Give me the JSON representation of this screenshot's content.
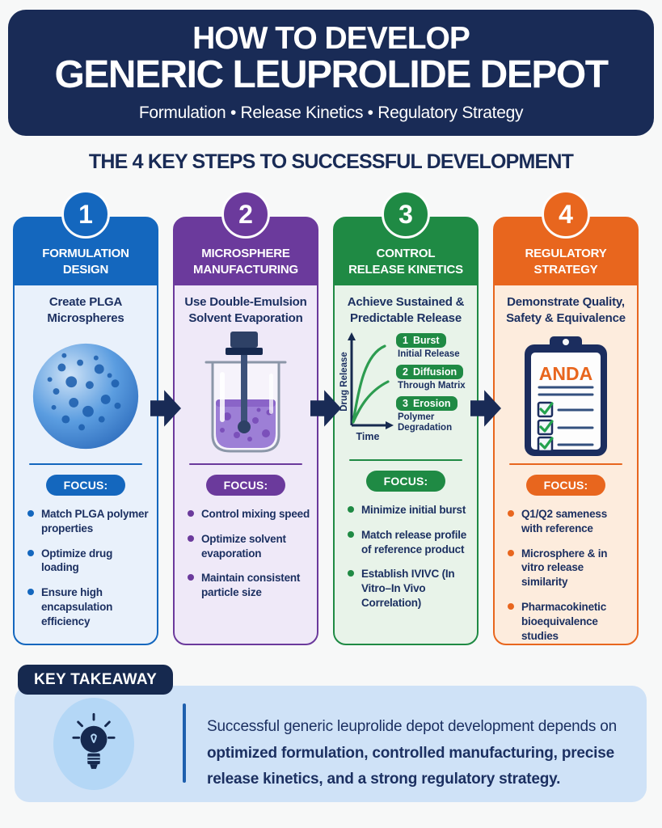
{
  "header": {
    "title_line1": "HOW TO DEVELOP",
    "title_line2": "GENERIC LEUPROLIDE DEPOT",
    "subtitle": "Formulation • Release Kinetics • Regulatory Strategy"
  },
  "section_title": "THE 4 KEY STEPS TO SUCCESSFUL DEVELOPMENT",
  "steps": [
    {
      "number": "1",
      "title_line1": "FORMULATION",
      "title_line2": "DESIGN",
      "caption_line1": "Create PLGA",
      "caption_line2": "Microspheres",
      "focus_label": "FOCUS:",
      "bullets": [
        "Match PLGA polymer properties",
        "Optimize drug loading",
        "Ensure high encapsulation efficiency"
      ],
      "color": "#1467be"
    },
    {
      "number": "2",
      "title_line1": "MICROSPHERE",
      "title_line2": "MANUFACTURING",
      "caption_line1": "Use Double-Emulsion",
      "caption_line2": "Solvent Evaporation",
      "focus_label": "FOCUS:",
      "bullets": [
        "Control mixing speed",
        "Optimize solvent evaporation",
        "Maintain consistent particle size"
      ],
      "color": "#6b3a9c"
    },
    {
      "number": "3",
      "title_line1": "CONTROL",
      "title_line2": "RELEASE KINETICS",
      "caption_line1": "Achieve Sustained &",
      "caption_line2": "Predictable Release",
      "focus_label": "FOCUS:",
      "bullets": [
        "Minimize initial burst",
        "Match release profile of reference product",
        "Establish IVIVC (In Vitro–In Vivo Correlation)"
      ],
      "chart": {
        "type": "line",
        "ylabel": "Drug Release",
        "xlabel": "Time",
        "phases": [
          {
            "num": "1",
            "label": "Burst",
            "sub": "Initial Release"
          },
          {
            "num": "2",
            "label": "Diffusion",
            "sub": "Through Matrix"
          },
          {
            "num": "3",
            "label": "Erosion",
            "sub": "Polymer Degradation"
          }
        ]
      },
      "color": "#1f8a44"
    },
    {
      "number": "4",
      "title_line1": "REGULATORY",
      "title_line2": "STRATEGY",
      "caption_line1": "Demonstrate Quality,",
      "caption_line2": "Safety & Equivalence",
      "focus_label": "FOCUS:",
      "bullets": [
        "Q1/Q2 sameness with reference",
        "Microsphere & in vitro release similarity",
        "Pharmacokinetic bioequivalence studies"
      ],
      "clipboard_label": "ANDA",
      "color": "#e8661e"
    }
  ],
  "takeaway": {
    "tab": "KEY TAKEAWAY",
    "text_regular": "Successful generic leuprolide depot development depends on ",
    "text_bold": "optimized formulation, controlled manufacturing, precise release kinetics, and a strong regulatory strategy."
  },
  "colors": {
    "navy": "#192b56",
    "text_navy": "#1c3061",
    "step1_blue": "#1467be",
    "step2_purple": "#6b3a9c",
    "step3_green": "#1f8a44",
    "step4_orange": "#e8661e",
    "curve_green": "#2d9c50",
    "check_green": "#23a24d",
    "takeaway_panel": "#cfe2f7",
    "bulb_oval": "#b4d7f6"
  }
}
